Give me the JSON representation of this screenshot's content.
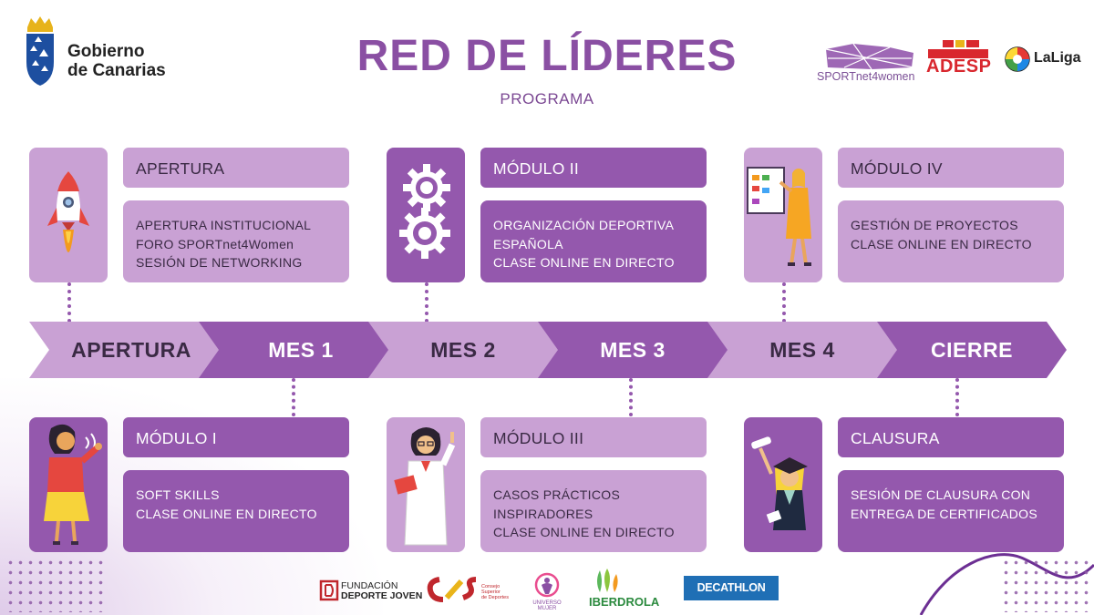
{
  "header": {
    "gov_line1": "Gobierno",
    "gov_line2": "de Canarias",
    "title": "RED DE LÍDERES",
    "subtitle": "PROGRAMA",
    "partner1": "SPORTnet4women",
    "partner2": "ADESP",
    "partner3": "LaLiga"
  },
  "modules_top": [
    {
      "title": "APERTURA",
      "lines": [
        "APERTURA INSTITUCIONAL",
        "FORO SPORTnet4Women",
        "SESIÓN DE NETWORKING"
      ],
      "icon": "rocket-icon"
    },
    {
      "title": "MÓDULO II",
      "lines": [
        "ORGANIZACIÓN DEPORTIVA",
        "ESPAÑOLA",
        "CLASE ONLINE EN DIRECTO"
      ],
      "icon": "gears-icon"
    },
    {
      "title": "MÓDULO IV",
      "lines": [
        "GESTIÓN DE PROYECTOS",
        "CLASE ONLINE EN DIRECTO"
      ],
      "icon": "presenter-icon"
    }
  ],
  "modules_bottom": [
    {
      "title": "MÓDULO I",
      "lines": [
        "SOFT SKILLS",
        "CLASE ONLINE EN DIRECTO"
      ],
      "icon": "speaker-woman-icon"
    },
    {
      "title": "MÓDULO III",
      "lines": [
        "CASOS PRÁCTICOS",
        "INSPIRADORES",
        "CLASE ONLINE EN DIRECTO"
      ],
      "icon": "teacher-icon"
    },
    {
      "title": "CLAUSURA",
      "lines": [
        "SESIÓN DE CLAUSURA CON",
        "ENTREGA DE CERTIFICADOS"
      ],
      "icon": "graduate-icon"
    }
  ],
  "timeline": [
    "APERTURA",
    "MES 1",
    "MES 2",
    "MES 3",
    "MES 4",
    "CIERRE"
  ],
  "sponsors": {
    "fdj_line1": "FUNDACIÓN",
    "fdj_line2": "DEPORTE JOVEN",
    "csd_line1": "Consejo",
    "csd_line2": "Superior",
    "csd_line3": "de Deportes",
    "um_line1": "UNIVERSO",
    "um_line2": "MUJER",
    "iberdrola": "IBERDROLA",
    "decathlon": "DECATHLON"
  },
  "colors": {
    "light": "#c9a1d4",
    "dark": "#9458ad",
    "title": "#8a4fa3"
  }
}
